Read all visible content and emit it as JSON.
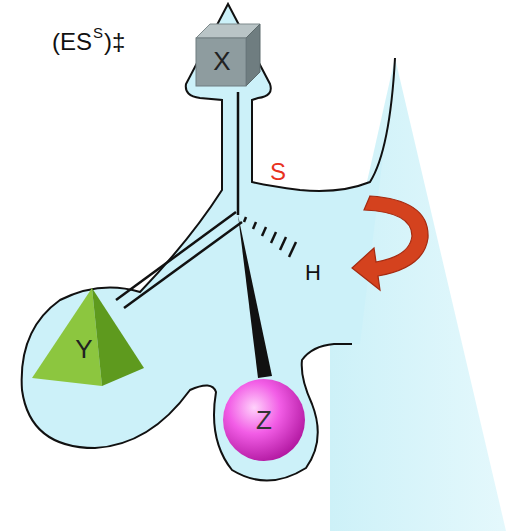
{
  "diagram": {
    "nodes": [
      {
        "text": [
          "X"
        ]
      },
      {
        "text": [
          "Y"
        ]
      },
      {
        "text": [
          "Z"
        ]
      }
    ],
    "labels": [
      "(ES",
      "S",
      ")‡",
      "S",
      "H"
    ]
  }
}
